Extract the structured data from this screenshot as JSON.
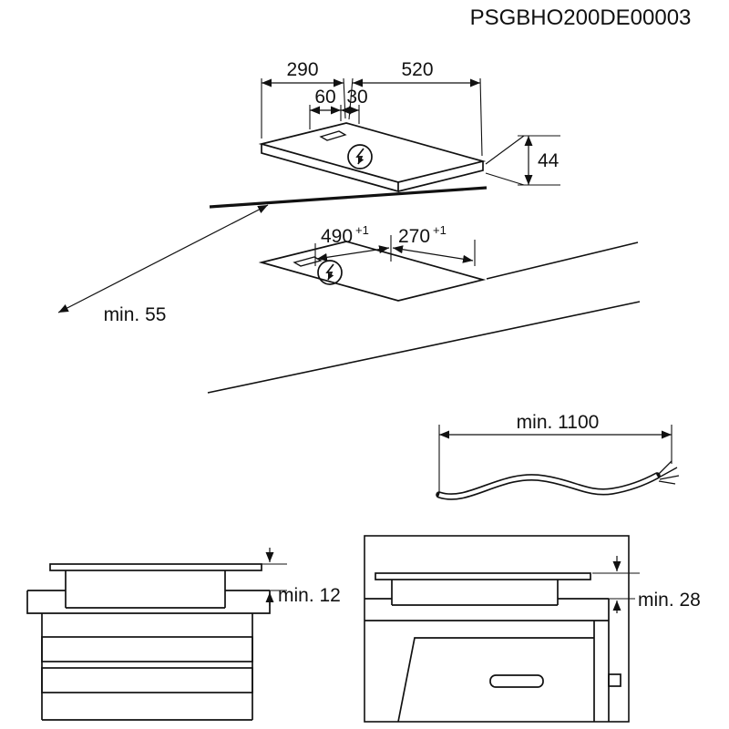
{
  "title": "PSGBHO200DE00003",
  "colors": {
    "ink": "#111111",
    "background": "#ffffff"
  },
  "icons": {
    "power_connection": "circle-with-lightning-arrow"
  },
  "views": {
    "hob_top": {
      "width_mm": "290",
      "cable_offset_mm": "60",
      "cable_box_mm": "30",
      "depth_mm": "520",
      "height_mm": "44"
    },
    "cutout": {
      "depth_mm": "490",
      "depth_tolerance": "+1",
      "width_mm": "270",
      "width_tolerance": "+1",
      "edge_clearance": "min. 55"
    },
    "cable": {
      "min_length": "min. 1100"
    },
    "drawer_install": {
      "min_clearance": "min. 12"
    },
    "oven_install": {
      "min_clearance": "min. 28"
    }
  }
}
